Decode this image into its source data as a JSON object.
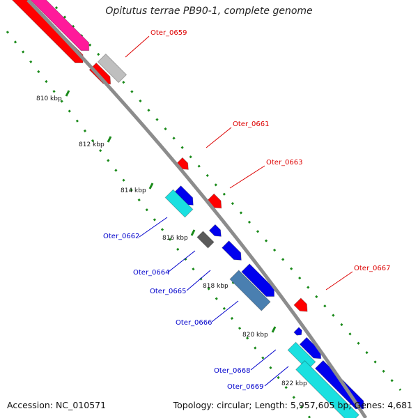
{
  "title": "Opitutus terrae PB90-1, complete genome",
  "footer": {
    "accession": "Accession: NC_010571",
    "summary": "Topology: circular; Length: 5,957,605 bp; Genes: 4,681"
  },
  "colors": {
    "backbone": "#8c8c8c",
    "tick": "#1a8a1a",
    "red_gene": "#ff0000",
    "pink_gene": "#ff1a9a",
    "grey_gene": "#bfbfbf",
    "darkgrey_gene": "#5a5a5a",
    "blue_gene": "#0000ee",
    "cyan_gene": "#1ae0e0",
    "steel_gene": "#4a7fb0",
    "red_label": "#dd0000",
    "blue_label": "#0000cc"
  },
  "scale_labels": [
    "810 kbp",
    "812 kbp",
    "814 kbp",
    "816 kbp",
    "818 kbp",
    "820 kbp",
    "822 kbp"
  ],
  "gene_labels": [
    {
      "name": "Oter_0659",
      "color": "red"
    },
    {
      "name": "Oter_0661",
      "color": "red"
    },
    {
      "name": "Oter_0663",
      "color": "red"
    },
    {
      "name": "Oter_0667",
      "color": "red"
    },
    {
      "name": "Oter_0662",
      "color": "blue"
    },
    {
      "name": "Oter_0664",
      "color": "blue"
    },
    {
      "name": "Oter_0665",
      "color": "blue"
    },
    {
      "name": "Oter_0666",
      "color": "blue"
    },
    {
      "name": "Oter_0668",
      "color": "blue"
    },
    {
      "name": "Oter_0669",
      "color": "blue"
    }
  ]
}
